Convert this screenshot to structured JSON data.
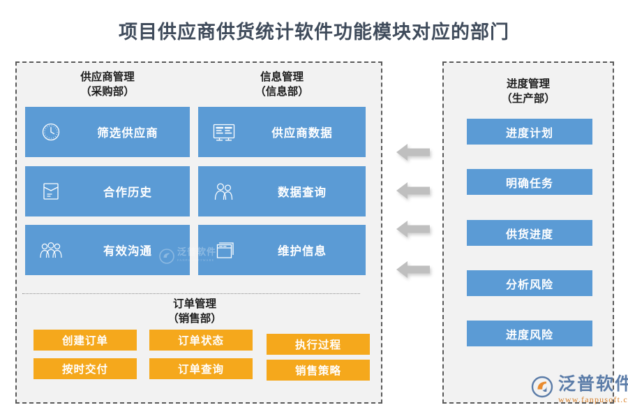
{
  "page": {
    "title": "项目供应商供货统计软件功能模块对应的部门"
  },
  "colors": {
    "blue": "#5B9BD5",
    "orange": "#F5A81C",
    "panel_bg": "#F2F2F2",
    "panel_border": "#585858",
    "arrow": "#BFBFBF",
    "title": "#3F4B5B"
  },
  "left_panel": {
    "groups": [
      {
        "name": "供应商管理",
        "department": "（采购部）",
        "items": [
          {
            "label": "筛选供应商",
            "icon": "clock-icon"
          },
          {
            "label": "合作历史",
            "icon": "envelope-icon"
          },
          {
            "label": "有效沟通",
            "icon": "people-group-icon"
          }
        ]
      },
      {
        "name": "信息管理",
        "department": "（信息部）",
        "items": [
          {
            "label": "供应商数据",
            "icon": "id-card-icon"
          },
          {
            "label": "数据查询",
            "icon": "two-users-icon"
          },
          {
            "label": "维护信息",
            "icon": "windows-icon"
          }
        ]
      }
    ],
    "order_group": {
      "name": "订单管理",
      "department": "（销售部）",
      "items": [
        "创建订单",
        "订单状态",
        "执行过程",
        "按时交付",
        "订单查询",
        "销售策略"
      ]
    }
  },
  "right_panel": {
    "group": {
      "name": "进度管理",
      "department": "（生产部）",
      "items": [
        "进度计划",
        "明确任务",
        "供货进度",
        "分析风险",
        "进度风险"
      ]
    }
  },
  "arrows": {
    "count": 4,
    "direction": "left",
    "icon": "arrow-left-icon"
  },
  "branding": {
    "name": "泛普软件",
    "url": "www.fanpusoft.com",
    "watermark_name": "泛普软件",
    "watermark_sub": "FANPU SOFTWARE"
  }
}
